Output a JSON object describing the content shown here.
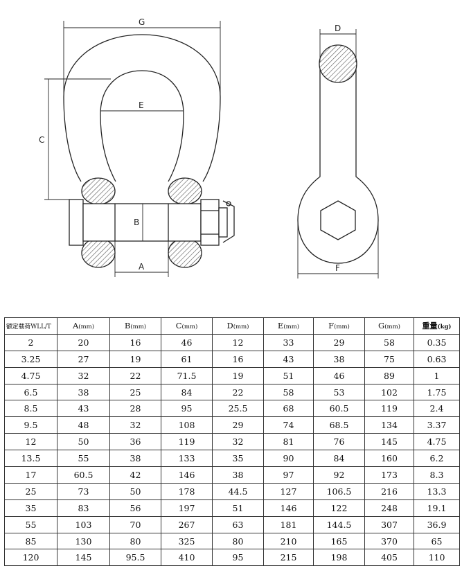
{
  "drawing": {
    "labels": {
      "G": "G",
      "E": "E",
      "C": "C",
      "B": "B",
      "A": "A",
      "D": "D",
      "F": "F"
    }
  },
  "table": {
    "headers": [
      {
        "label": "额定载荷WLL/T",
        "unit": ""
      },
      {
        "label": "A",
        "unit": "(mm)"
      },
      {
        "label": "B",
        "unit": "(mm)"
      },
      {
        "label": "C",
        "unit": "(mm)"
      },
      {
        "label": "D",
        "unit": "(mm)"
      },
      {
        "label": "E",
        "unit": "(mm)"
      },
      {
        "label": "F",
        "unit": "(mm)"
      },
      {
        "label": "G",
        "unit": "(mm)"
      },
      {
        "label": "重量",
        "unit": "(kg)"
      }
    ],
    "rows": [
      [
        "2",
        "20",
        "16",
        "46",
        "12",
        "33",
        "29",
        "58",
        "0.35"
      ],
      [
        "3.25",
        "27",
        "19",
        "61",
        "16",
        "43",
        "38",
        "75",
        "0.63"
      ],
      [
        "4.75",
        "32",
        "22",
        "71.5",
        "19",
        "51",
        "46",
        "89",
        "1"
      ],
      [
        "6.5",
        "38",
        "25",
        "84",
        "22",
        "58",
        "53",
        "102",
        "1.75"
      ],
      [
        "8.5",
        "43",
        "28",
        "95",
        "25.5",
        "68",
        "60.5",
        "119",
        "2.4"
      ],
      [
        "9.5",
        "48",
        "32",
        "108",
        "29",
        "74",
        "68.5",
        "134",
        "3.37"
      ],
      [
        "12",
        "50",
        "36",
        "119",
        "32",
        "81",
        "76",
        "145",
        "4.75"
      ],
      [
        "13.5",
        "55",
        "38",
        "133",
        "35",
        "90",
        "84",
        "160",
        "6.2"
      ],
      [
        "17",
        "60.5",
        "42",
        "146",
        "38",
        "97",
        "92",
        "173",
        "8.3"
      ],
      [
        "25",
        "73",
        "50",
        "178",
        "44.5",
        "127",
        "106.5",
        "216",
        "13.3"
      ],
      [
        "35",
        "83",
        "56",
        "197",
        "51",
        "146",
        "122",
        "248",
        "19.1"
      ],
      [
        "55",
        "103",
        "70",
        "267",
        "63",
        "181",
        "144.5",
        "307",
        "36.9"
      ],
      [
        "85",
        "130",
        "80",
        "325",
        "80",
        "210",
        "165",
        "370",
        "65"
      ],
      [
        "120",
        "145",
        "95.5",
        "410",
        "95",
        "215",
        "198",
        "405",
        "110"
      ]
    ]
  }
}
